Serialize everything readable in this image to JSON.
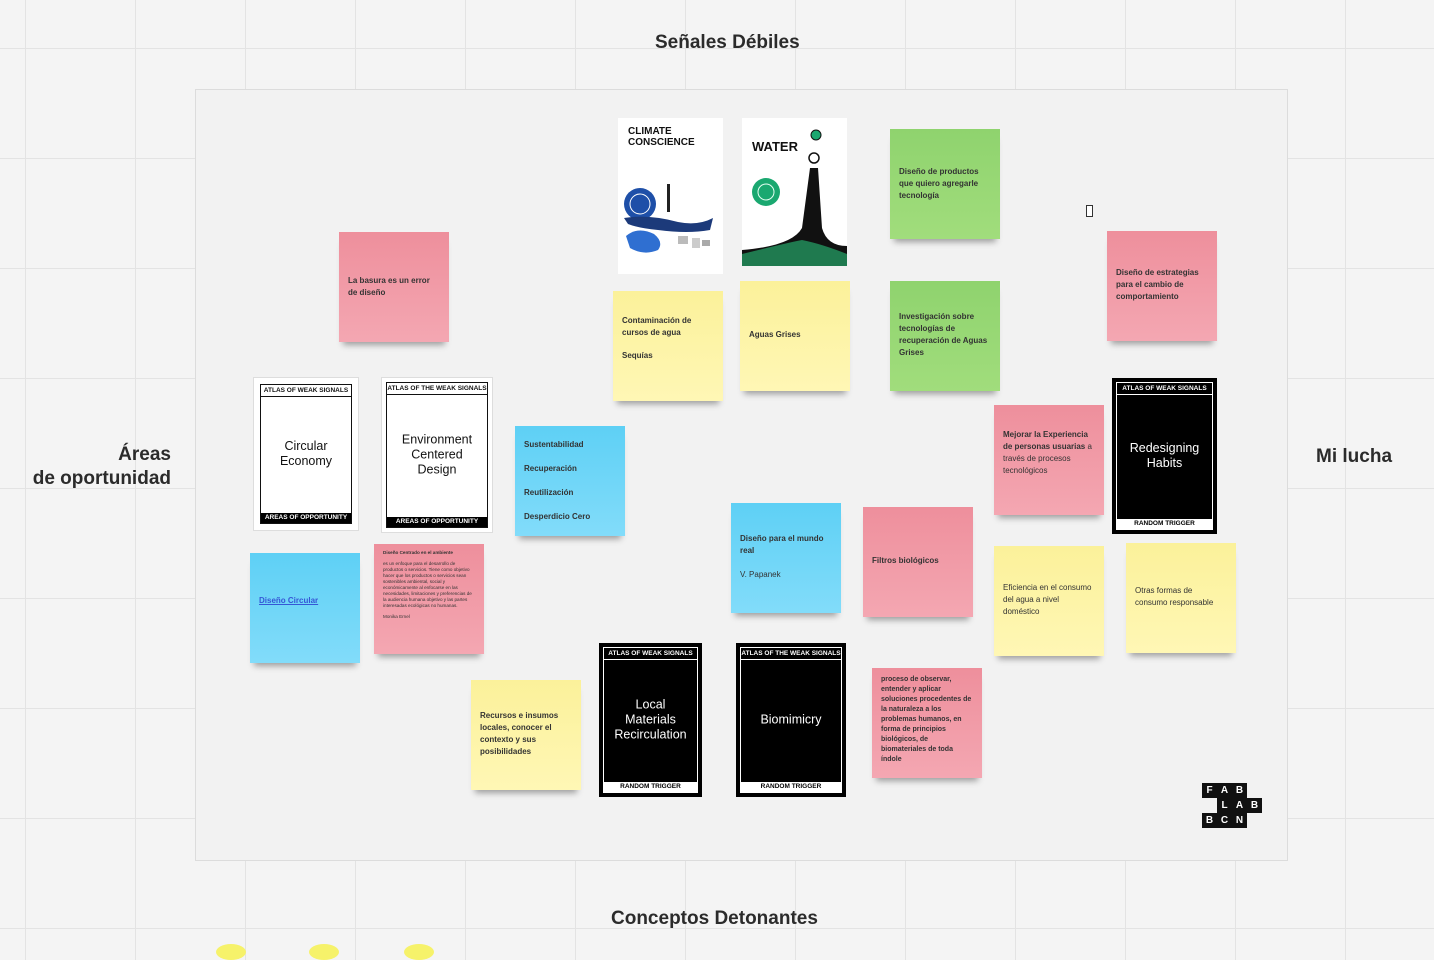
{
  "headings": {
    "top": "Señales Débiles",
    "left_line1": "Áreas",
    "left_line2": "de oportunidad",
    "right": "Mi lucha",
    "bottom": "Conceptos Detonantes"
  },
  "books": {
    "climate": {
      "title_line1": "CLIMATE",
      "title_line2": "CONSCIENCE"
    },
    "water": {
      "title": "WATER"
    }
  },
  "cards": {
    "circular": {
      "top": "ATLAS OF WEAK SIGNALS",
      "title_line1": "Circular",
      "title_line2": "Economy",
      "bottom": "AREAS OF OPPORTUNITY"
    },
    "environment": {
      "top": "ATLAS OF THE WEAK SIGNALS",
      "title_line1": "Environment",
      "title_line2": "Centered Design",
      "bottom": "AREAS OF OPPORTUNITY"
    },
    "redesigning": {
      "top": "ATLAS OF WEAK SIGNALS",
      "title_line1": "Redesigning",
      "title_line2": "Habits",
      "bottom": "RANDOM TRIGGER"
    },
    "local": {
      "top": "ATLAS OF WEAK SIGNALS",
      "title_line1": "Local",
      "title_line2": "Materials",
      "title_line3": "Recirculation",
      "bottom": "RANDOM TRIGGER"
    },
    "biomimicry": {
      "top": "ATLAS OF THE WEAK SIGNALS",
      "title_line1": "Biomimicry",
      "bottom": "RANDOM TRIGGER"
    }
  },
  "stickies": {
    "basura": "La basura es un error de diseño",
    "contaminacion_1": "Contaminación de cursos de agua",
    "contaminacion_2": "Sequías",
    "aguas": "Aguas Grises",
    "diseno_productos": "Diseño de productos que quiero agregarle tecnología",
    "investigacion": "Investigación sobre tecnologías de recuperación de Aguas Grises",
    "estrategias": "Diseño de estrategias para el cambio de comportamiento",
    "sust_1": "Sustentabilidad",
    "sust_2": "Recuperación",
    "sust_3": "Reutilización",
    "sust_4": "Desperdicio Cero",
    "mejorar_bold": "Mejorar la Experiencia de personas usuarias",
    "mejorar_rest": " a través de procesos tecnológicos",
    "diseno_circular": "Diseño Circular",
    "centrado_title": "Diseño Centrado en el ambiente",
    "centrado_body": "es un enfoque para el desarrollo de productos o servicios. Tiene como objetivo hacer que los productos o servicios sean sostenibles ambiental, social y económicamente al enfocarse en las necesidades, limitaciones y preferencias de la audiencia humana objetivo y las partes interesadas ecológicas no humanas.",
    "centrado_author": "Monika Ernel",
    "mundo_real_1": "Diseño para el mundo real",
    "mundo_real_2": "V. Papanek",
    "filtros": "Filtros biológicos",
    "eficiencia": "Eficiencia en el consumo del agua a nivel doméstico",
    "otras": "Otras formas de consumo responsable",
    "recursos": "Recursos e insumos locales, conocer el contexto y sus posibilidades",
    "proceso": "proceso de observar, entender y aplicar soluciones procedentes de la naturaleza a los problemas humanos, en forma de principios biológicos, de biomateriales de toda índole"
  },
  "logo": {
    "row1": [
      "F",
      "A",
      "B"
    ],
    "row2": [
      "L",
      "A",
      "B"
    ],
    "row3": [
      "B",
      "C",
      "N"
    ]
  },
  "colors": {
    "pink": "#f19aa7",
    "yellow": "#fdf4a6",
    "green": "#96d873",
    "blue": "#6fd6f8"
  }
}
